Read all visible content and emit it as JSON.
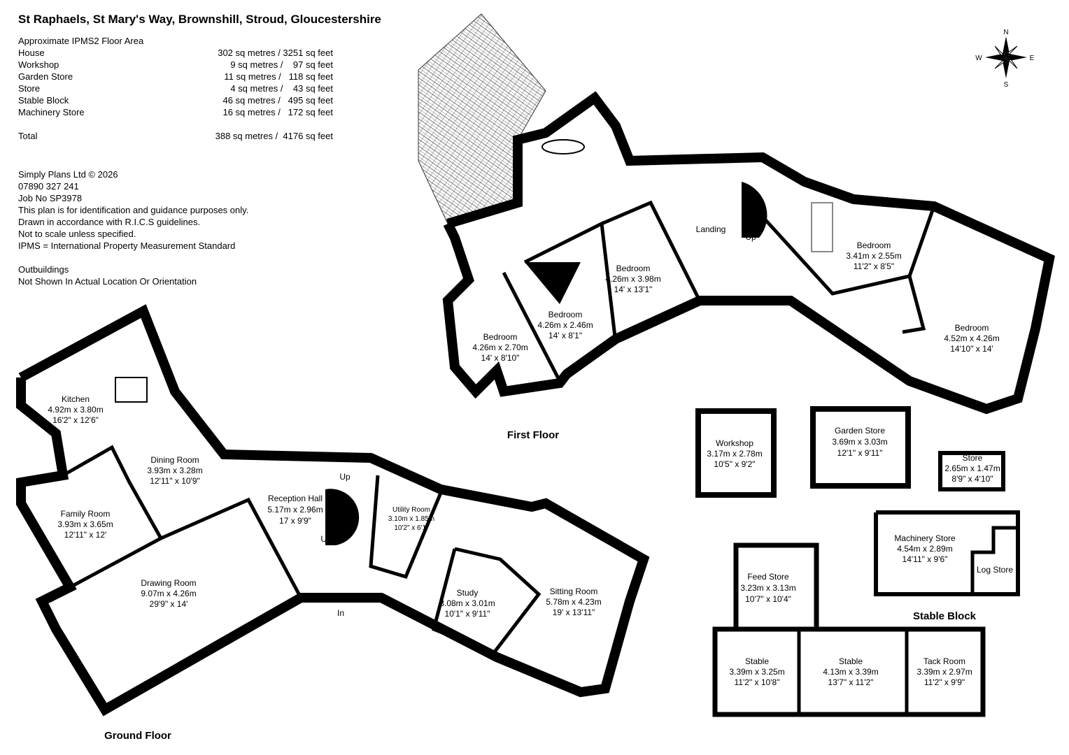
{
  "title": "St Raphaels, St Mary's Way, Brownshill, Stroud, Gloucestershire",
  "areas": {
    "heading": "Approximate IPMS2 Floor Area",
    "rows": [
      {
        "name": "House",
        "value": "302 sq metres / 3251 sq feet"
      },
      {
        "name": "Workshop",
        "value": "9 sq metres /    97 sq feet"
      },
      {
        "name": "Garden Store",
        "value": "11 sq metres /   118 sq feet"
      },
      {
        "name": "Store",
        "value": "4 sq metres /    43 sq feet"
      },
      {
        "name": "Stable Block",
        "value": "46 sq metres /   495 sq feet"
      },
      {
        "name": "Machinery Store",
        "value": "16 sq metres /   172 sq feet"
      }
    ],
    "total": {
      "name": "Total",
      "value": "388 sq metres /  4176 sq feet"
    }
  },
  "notes": [
    "Simply Plans Ltd © 2026",
    "07890 327 241",
    "Job No SP3978",
    "This plan is for identification and guidance purposes only.",
    "Drawn in accordance with R.I.C.S guidelines.",
    "Not to scale unless specified.",
    "IPMS = International Property Measurement Standard",
    "",
    "Outbuildings",
    "Not Shown In Actual Location Or Orientation"
  ],
  "compass": {
    "n": "N",
    "s": "S",
    "e": "E",
    "w": "W"
  },
  "floors": {
    "ground": "Ground Floor",
    "first": "First Floor",
    "stable": "Stable Block"
  },
  "rooms": {
    "kitchen": [
      "Kitchen",
      "4.92m x 3.80m",
      "16'2\" x 12'6\""
    ],
    "dining": [
      "Dining Room",
      "3.93m x 3.28m",
      "12'11\" x 10'9\""
    ],
    "family": [
      "Family Room",
      "3.93m x 3.65m",
      "12'11\" x 12'"
    ],
    "reception": [
      "Reception Hall",
      "5.17m x 2.96m",
      "17 x 9'9\""
    ],
    "utility": [
      "Utility Room",
      "3.10m x 1.85m",
      "10'2\" x 6'1\""
    ],
    "drawing": [
      "Drawing Room",
      "9.07m x 4.26m",
      "29'9\" x 14'"
    ],
    "study": [
      "Study",
      "3.08m x 3.01m",
      "10'1\" x 9'11\""
    ],
    "sitting": [
      "Sitting Room",
      "5.78m x 4.23m",
      "19' x 13'11\""
    ],
    "bed1": [
      "Bedroom",
      "4.26m x 2.70m",
      "14' x 8'10\""
    ],
    "bed2": [
      "Bedroom",
      "4.26m x 2.46m",
      "14' x 8'1\""
    ],
    "bed3": [
      "Bedroom",
      "4.26m x 3.98m",
      "14' x 13'1\""
    ],
    "bed4": [
      "Bedroom",
      "3.41m x 2.55m",
      "11'2\" x 8'5\""
    ],
    "bed5": [
      "Bedroom",
      "4.52m x 4.26m",
      "14'10\" x 14'"
    ],
    "workshop": [
      "Workshop",
      "3.17m x 2.78m",
      "10'5\" x 9'2\""
    ],
    "garden": [
      "Garden Store",
      "3.69m x 3.03m",
      "12'1\" x 9'11\""
    ],
    "store": [
      "Store",
      "2.65m x 1.47m",
      "8'9\" x 4'10\""
    ],
    "machinery": [
      "Machinery Store",
      "4.54m x 2.89m",
      "14'11\" x 9'6\""
    ],
    "feed": [
      "Feed Store",
      "3.23m x 3.13m",
      "10'7\" x 10'4\""
    ],
    "stable1": [
      "Stable",
      "3.39m x 3.25m",
      "11'2\" x 10'8\""
    ],
    "stable2": [
      "Stable",
      "4.13m x 3.39m",
      "13'7\" x 11'2\""
    ],
    "tack": [
      "Tack Room",
      "3.39m x 2.97m",
      "11'2\" x 9'9\""
    ]
  },
  "labels": {
    "landing": "Landing",
    "up": "Up",
    "in": "In",
    "log_store": "Log Store"
  }
}
